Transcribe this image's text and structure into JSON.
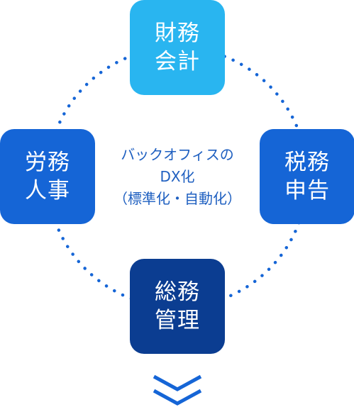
{
  "boxes": {
    "top": {
      "line1": "財務",
      "line2": "会計",
      "color": "#29b5f0"
    },
    "left": {
      "line1": "労務",
      "line2": "人事",
      "color": "#1565d6"
    },
    "right": {
      "line1": "税務",
      "line2": "申告",
      "color": "#1565d6"
    },
    "bottom": {
      "line1": "総務",
      "line2": "管理",
      "color": "#0b3d91"
    }
  },
  "center": {
    "line1": "バックオフィスの",
    "line2": "DX化",
    "line3": "（標準化・自動化）"
  },
  "colors": {
    "dots": "#1565d6",
    "chevron": "#1565d6",
    "center_text": "#1e5fc0"
  },
  "icons": {
    "connector": "dotted-circle",
    "next": "double-chevron-down-icon"
  }
}
